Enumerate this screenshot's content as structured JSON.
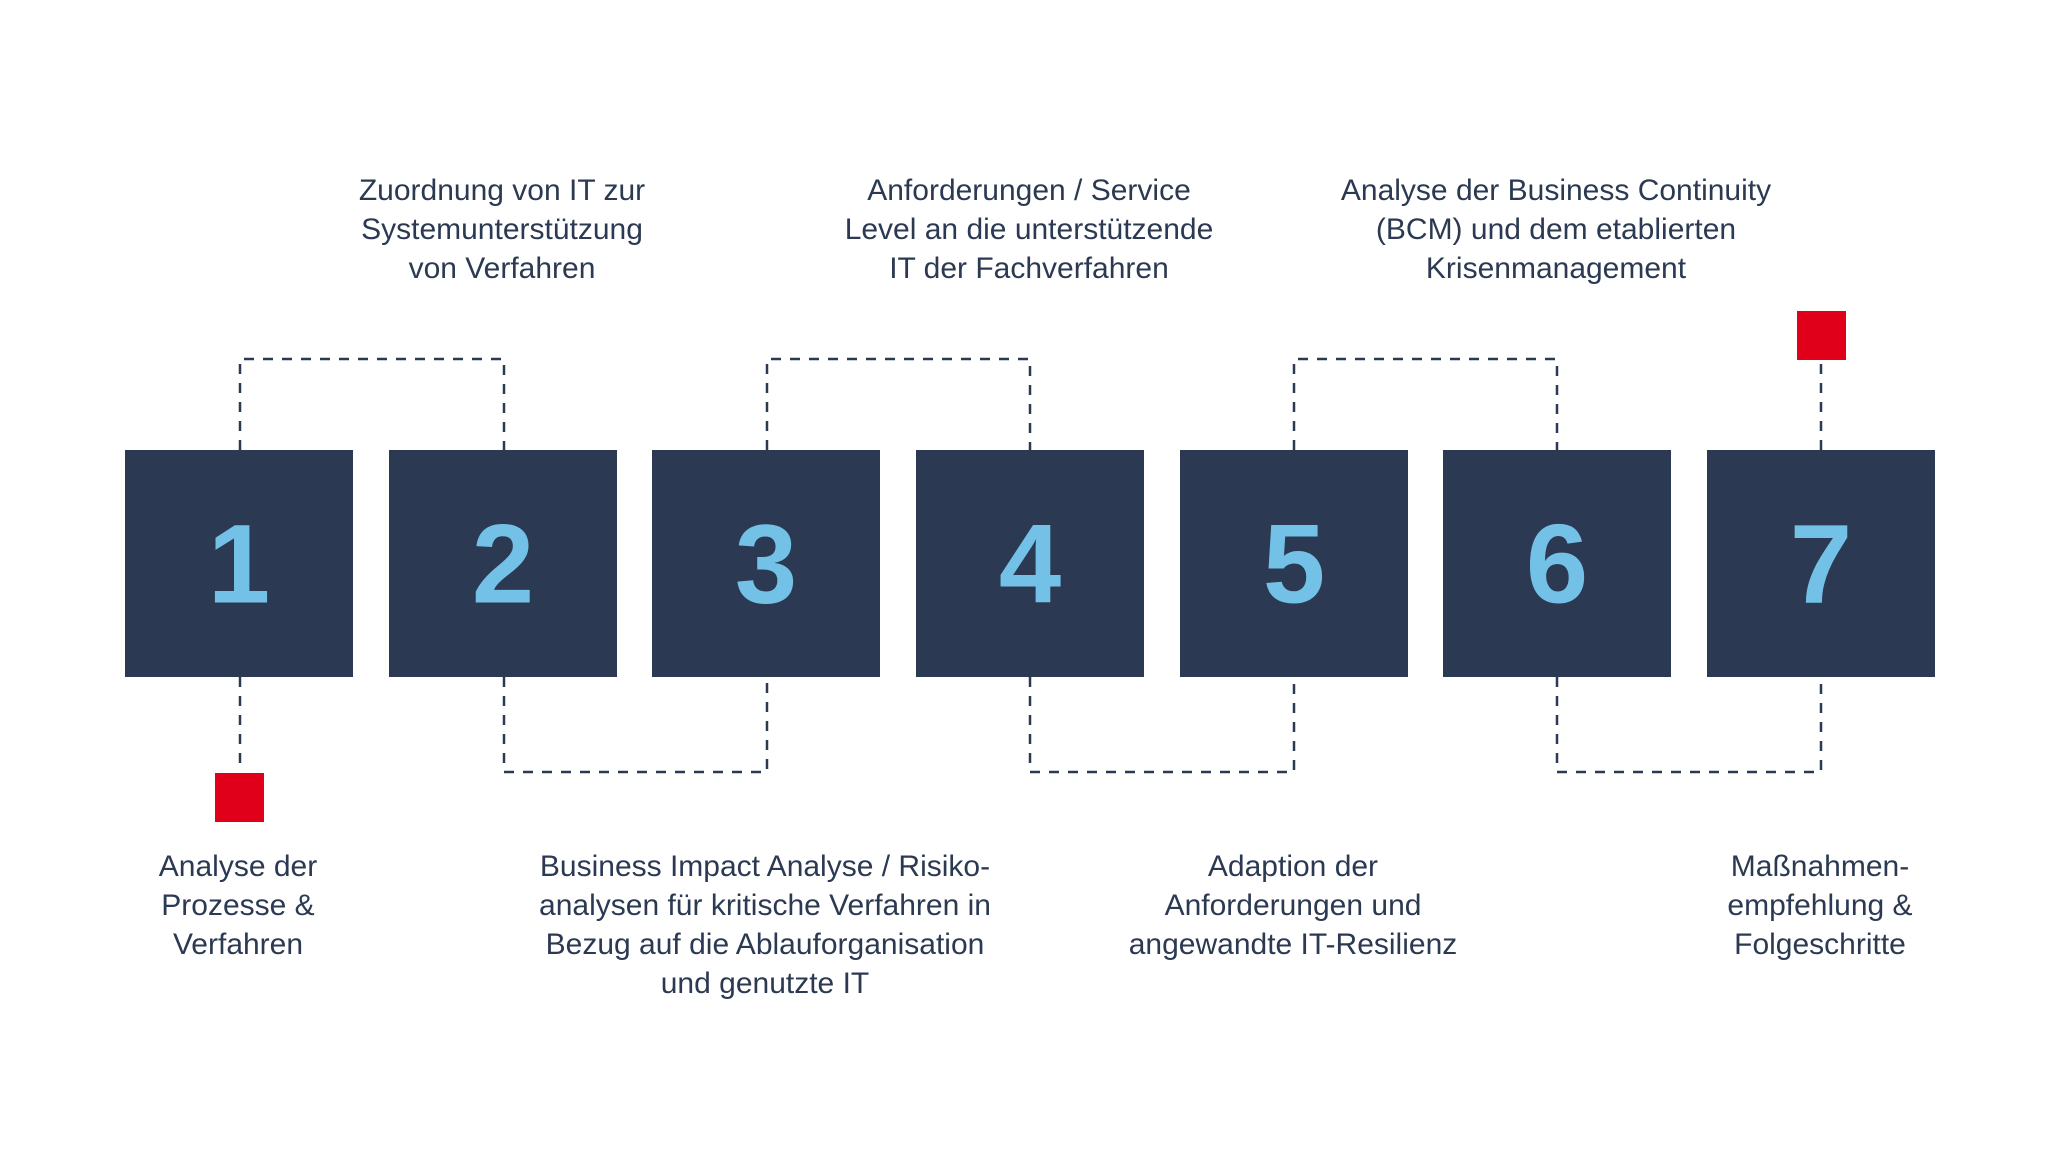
{
  "colors": {
    "box": "#2b3a52",
    "number": "#74c1e8",
    "connector": "#2b3a52",
    "marker": "#e1001a",
    "text": "#2b3a52"
  },
  "steps": [
    {
      "number": "1",
      "label": "Analyse der\nProzesse &\nVerfahren"
    },
    {
      "number": "2",
      "label": "Zuordnung von IT zur\nSystemunterstützung\nvon Verfahren"
    },
    {
      "number": "3",
      "label": "Business Impact Analyse / Risiko-\nanalysen für kritische Verfahren in\nBezug auf die Ablauforganisation\nund genutzte IT"
    },
    {
      "number": "4",
      "label": "Anforderungen / Service\nLevel an die unterstützende\nIT der Fachverfahren"
    },
    {
      "number": "5",
      "label": "Adaption der\nAnforderungen und\nangewandte IT-Resilienz"
    },
    {
      "number": "6",
      "label": "Analyse der Business Continuity\n(BCM) und dem etablierten\nKrisenmanagement"
    },
    {
      "number": "7",
      "label": "Maßnahmen-\nempfehlung &\nFolgeschritte"
    }
  ]
}
